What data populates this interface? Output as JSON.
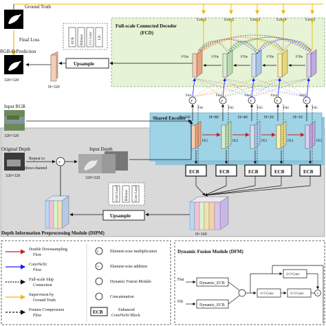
{
  "labels": {
    "ground_truth": "Ground Truth",
    "final_loss": "Final Loss",
    "rgbd_prediction": "RGB-D Prediction",
    "pred_size": "320×320",
    "h320": "H=320",
    "upsample_top": "Upsample",
    "fcd_title": "Full-scale Connected Decoder",
    "fcd_abbr": "(FCD)",
    "losses": [
      "Loss1",
      "Loss2",
      "Loss3",
      "Loss4",
      "Loss5"
    ],
    "fde_labels": [
      "F¹De",
      "F²De",
      "F³De",
      "F⁴De",
      "F⁵De"
    ],
    "input_rgb": "Input RGB",
    "rgb_size": "320×320",
    "shared_encoder": "Shared Encoder",
    "heights": [
      "H=160",
      "H=80",
      "H=40",
      "H=20",
      "H=10"
    ],
    "fe_labels": [
      "FE1",
      "FE2",
      "FE3",
      "FE4",
      "FE5"
    ],
    "fm_labels": [
      "Fm1",
      "Fm2",
      "Fm3",
      "Fm4",
      "Fm5"
    ],
    "fd_labels": [
      "Fd1",
      "Fd2",
      "Fd3",
      "Fd4",
      "Fd5"
    ],
    "ecb": "ECB",
    "original_depth": "Original Depth",
    "orig_size": "320×320",
    "repeat_line1": "Repeat to",
    "repeat_line2": "three-channel",
    "input_depth": "Input Depth",
    "depth_size": "320×320",
    "upsample_mid": "Upsample",
    "h160": "H=160",
    "dipm_title": "Depth Information Preprocessing Module  (DIPM)",
    "top_stack": [
      "ECB",
      "Bilinear",
      "1×1 Conv",
      "LN"
    ],
    "mid_stack": [
      "Conv Layer",
      "Bilinear",
      "Conv Layer"
    ],
    "f_letter": "F"
  },
  "legend": [
    {
      "label": "Double Downsampling Flow",
      "color": "#d11b1b"
    },
    {
      "label": "ConvNeXt Flow",
      "color": "#1a1aff"
    },
    {
      "label": "Full-scale Skip Connection",
      "color": "#111111"
    },
    {
      "label": "Supervision by Ground Truth",
      "color": "#f2b705"
    },
    {
      "label": "Feature Compression Flow",
      "color": "#111111"
    },
    {
      "label": "Element-wise multiplication",
      "symbol": "⊗"
    },
    {
      "label": "Element-wise addition",
      "symbol": "⊕"
    },
    {
      "label": "Dynamic Fusion Module",
      "symbol": "○"
    },
    {
      "label": "Concatenation",
      "symbol": "○"
    },
    {
      "label": "Enhanced ConvNeXt Block",
      "symbol": "ECB"
    }
  ],
  "dfm": {
    "title": "Dynamic Fusion Module  (DFM)",
    "fm": "Fmi",
    "fd": "Fdi",
    "dyn_ecb": "Dynamic_ECB",
    "conv": "3×3 Conv"
  },
  "colors": {
    "fcd_bg": "#e6f3d6",
    "encoder_bg": "#9fd3e6",
    "dipm_bg": "#d9d9d9",
    "red": "#d11b1b",
    "blue": "#1a1aff",
    "yellow": "#f2b705",
    "green": "#1a9e1a",
    "orange": "#e87a1a",
    "purple": "#7a4fbf"
  }
}
